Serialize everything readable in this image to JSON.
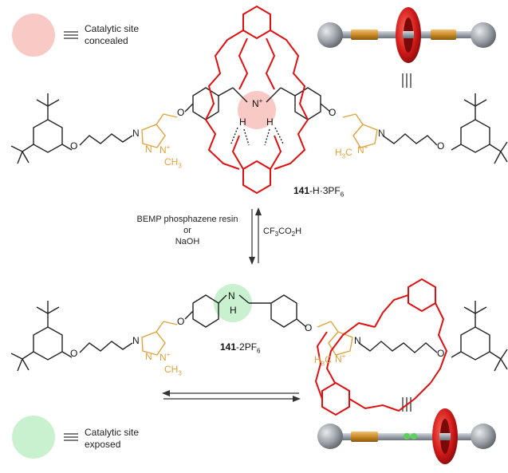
{
  "legend": {
    "concealed_line1": "Catalytic site",
    "concealed_line2": "concealed",
    "exposed_line1": "Catalytic site",
    "exposed_line2": "exposed",
    "equiv_symbol": "≡",
    "concealed_color": "#f9c9c6",
    "exposed_color": "#c9f0cf"
  },
  "compounds": {
    "top": {
      "number": "141",
      "suffix": "-H·3PF",
      "sub": "6"
    },
    "bottom": {
      "number": "141",
      "suffix": "-2PF",
      "sub": "6"
    }
  },
  "reaction": {
    "forward_line1": "BEMP phosphazene resin",
    "forward_line2": "or",
    "forward_line3": "NaOH",
    "reverse_reagent_pre": "CF",
    "reverse_reagent_sub1": "3",
    "reverse_reagent_mid": "CO",
    "reverse_reagent_sub2": "2",
    "reverse_reagent_post": "H"
  },
  "atoms": {
    "N_plus": "N",
    "plus": "+",
    "H": "H",
    "NH": "N",
    "O": "O",
    "N": "N",
    "CH3": "CH",
    "three": "3",
    "H3C": "H",
    "equals_three": "|||"
  },
  "colors": {
    "crown": "#e01010",
    "triazole": "#e3a23a",
    "skeleton": "#222222",
    "axle_gray": "#9aa2aa",
    "stopper": "#8e9399",
    "station": "#d09030",
    "green_station": "#5ad15a"
  }
}
